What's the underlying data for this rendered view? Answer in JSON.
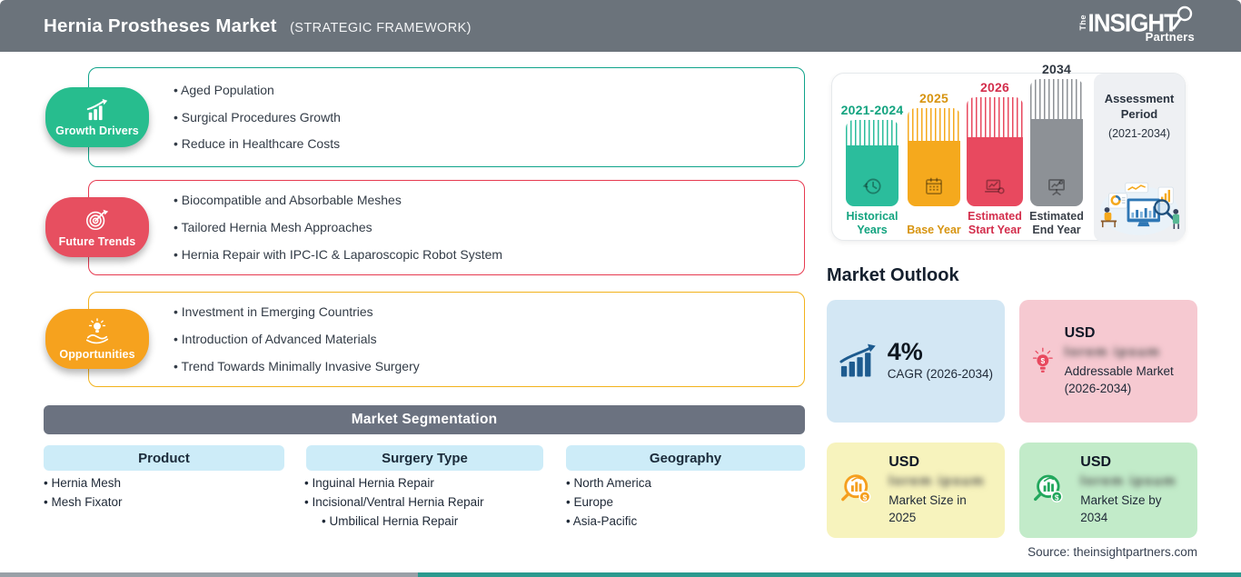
{
  "header": {
    "title": "Hernia Prostheses Market",
    "subtitle": "(STRATEGIC FRAMEWORK)",
    "logo": {
      "the": "The",
      "insight": "INSIGHT",
      "partners": "Partners"
    }
  },
  "framework": {
    "sections": [
      {
        "label": "Growth Drivers",
        "icon": "bar-chart-growth-icon",
        "color": "#27bd8e",
        "border_color": "#0fa38a",
        "items": [
          "Aged Population",
          "Surgical Procedures Growth",
          "Reduce in Healthcare Costs"
        ]
      },
      {
        "label": "Future Trends",
        "icon": "target-dart-icon",
        "color": "#e74f60",
        "border_color": "#e63a50",
        "items": [
          "Biocompatible and Absorbable Meshes",
          "Tailored Hernia Mesh Approaches",
          "Hernia Repair with IPC-IC & Laparoscopic Robot System"
        ]
      },
      {
        "label": "Opportunities",
        "icon": "hand-bulb-icon",
        "color": "#f6a21e",
        "border_color": "#f2b21c",
        "items": [
          "Investment in Emerging Countries",
          "Introduction of Advanced Materials",
          "Trend Towards Minimally Invasive Surgery"
        ]
      }
    ]
  },
  "segmentation": {
    "title": "Market Segmentation",
    "columns": [
      {
        "header": "Product",
        "items": [
          "Hernia Mesh",
          "Mesh Fixator"
        ]
      },
      {
        "header": "Surgery Type",
        "items": [
          "Inguinal Hernia Repair",
          "Incisional/Ventral Hernia Repair",
          "Umbilical Hernia Repair"
        ]
      },
      {
        "header": "Geography",
        "items": [
          "North America",
          "Europe",
          "Asia-Pacific"
        ]
      }
    ]
  },
  "timeline": {
    "bars": [
      {
        "year": "2021-2024",
        "caption": "Historical Years",
        "color": "#2bbd9c",
        "icon": "history-clock-icon"
      },
      {
        "year": "2025",
        "caption": "Base Year",
        "color": "#f5a91d",
        "icon": "calendar-icon"
      },
      {
        "year": "2026",
        "caption": "Estimated Start Year",
        "color": "#e8495f",
        "icon": "monitor-gear-icon"
      },
      {
        "year": "2034",
        "caption": "Estimated End Year",
        "color": "#8d9196",
        "icon": "projection-screen-icon"
      }
    ],
    "assessment": {
      "title": "Assessment Period",
      "range": "(2021-2034)"
    }
  },
  "outlook": {
    "title": "Market Outlook",
    "cards": [
      {
        "value": "4%",
        "caption": "CAGR (2026-2034)",
        "bg": "#d3e7f4",
        "icon": "cagr-chart-icon"
      },
      {
        "currency": "USD",
        "redacted": "lorem ipsum",
        "caption": "Addressable Market (2026-2034)",
        "bg": "#f6c9d1",
        "icon": "bulb-dollar-icon"
      },
      {
        "currency": "USD",
        "redacted": "lorem ipsum",
        "caption": "Market Size in 2025",
        "bg": "#f7f3bd",
        "icon": "magnifier-chart-icon-orange"
      },
      {
        "currency": "USD",
        "redacted": "lorem ipsum",
        "caption": "Market Size by 2034",
        "bg": "#c2ebc9",
        "icon": "magnifier-chart-icon-green"
      }
    ]
  },
  "source": "Source: theinsightpartners.com",
  "colors": {
    "header_bg": "#6b737b",
    "segmentation_bar_bg": "#6b7280",
    "segment_chip_bg": "#cdecf8",
    "cagr_icon_blue": "#1d5b8f",
    "bottom_strip_gray": "#99a0a7",
    "bottom_strip_teal": "#2a9a8e"
  }
}
